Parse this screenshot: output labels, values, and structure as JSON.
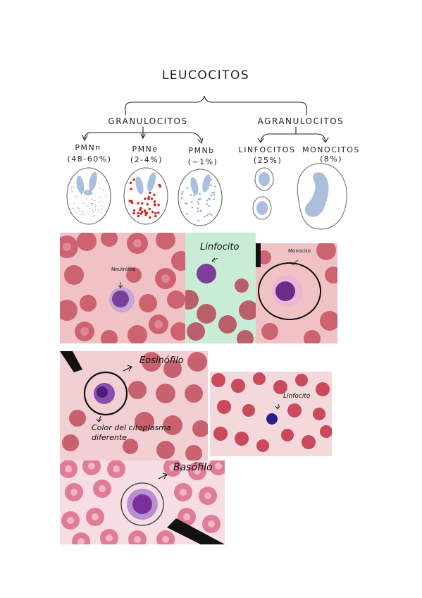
{
  "diagram": {
    "root": "LEUCOCITOS",
    "branches": [
      {
        "label": "GRANULOCITOS",
        "cells": [
          {
            "name": "PMNn",
            "pct": "(48-60%)"
          },
          {
            "name": "PMNe",
            "pct": "(2-4%)"
          },
          {
            "name": "PMNb",
            "pct": "(~1%)"
          }
        ]
      },
      {
        "label": "AGRANULOCITOS",
        "cells": [
          {
            "name": "LINFOCITOS",
            "pct": "(25%)"
          },
          {
            "name": "MONOCITOS",
            "pct": "(8%)"
          }
        ]
      }
    ],
    "colors": {
      "nucleus": "#a9bfdd",
      "eos_granules": "#d42020",
      "baso_granules": "#8fb0dc",
      "neut_granules": "#777777",
      "outline": "#555555"
    }
  },
  "photos": [
    {
      "label": "Neutrófilo"
    },
    {
      "label": "Linfocito"
    },
    {
      "label": "Monocito"
    },
    {
      "label": "Eosinófilo",
      "note_line1": "Color del citoplasma",
      "note_line2": "diferente"
    },
    {
      "label": "Linfocito"
    },
    {
      "label": "Basófilo"
    }
  ]
}
